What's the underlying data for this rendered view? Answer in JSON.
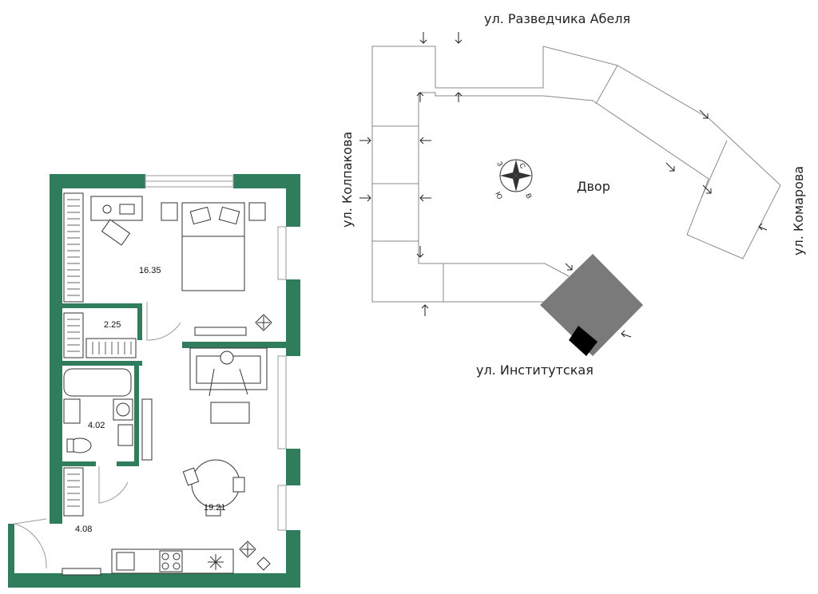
{
  "floorplan": {
    "rooms": {
      "bedroom_area": "16.35",
      "storage_area": "2.25",
      "bathroom_area": "4.02",
      "hall_area": "4.08",
      "living_area": "19.21"
    }
  },
  "site_plan": {
    "streets": {
      "north": "ул. Разведчика Абеля",
      "west": "ул. Колпакова",
      "east": "ул. Комарова",
      "south": "ул. Институтская"
    },
    "yard_label": "Двор",
    "compass": {
      "n": "С",
      "s": "Ю",
      "w": "З",
      "e": "В"
    }
  },
  "colors": {
    "wall": "#2f7d5d",
    "outline": "#8a8a8a",
    "highlight_building": "#7a7a7a",
    "entrance": "#000000"
  }
}
